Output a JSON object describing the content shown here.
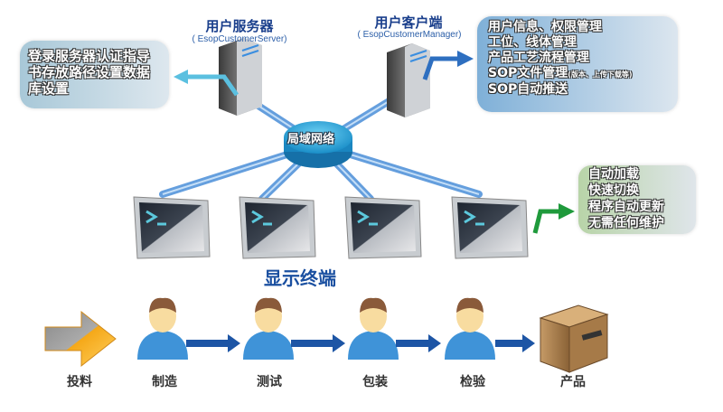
{
  "server": {
    "title": "用户服务器",
    "subtitle": "( EsopCustomerServer)",
    "note_lines": [
      "登录服务器认证指导",
      "书存放路径设置数据",
      "库设置"
    ]
  },
  "client": {
    "title": "用户客户端",
    "subtitle": "( EsopCustomerManager)",
    "note_lines": [
      "用户信息、权限管理",
      "工位、线体管理",
      "产品工艺流程管理",
      "SOP文件管理",
      "SOP自动推送"
    ],
    "note_small": "(版本、上传下载等)"
  },
  "network": {
    "label": "局域网络"
  },
  "terminals": {
    "title": "显示终端",
    "count": 4,
    "note_lines": [
      "自动加载",
      "快速切换",
      "程序自动更新",
      "无需任何维护"
    ]
  },
  "process": {
    "steps": [
      {
        "label": "投料",
        "icon": "material-input-arrow-icon"
      },
      {
        "label": "制造",
        "icon": "worker-icon"
      },
      {
        "label": "测试",
        "icon": "worker-icon"
      },
      {
        "label": "包装",
        "icon": "worker-icon"
      },
      {
        "label": "检验",
        "icon": "worker-icon"
      },
      {
        "label": "产品",
        "icon": "box-icon"
      }
    ]
  },
  "colors": {
    "title_blue": "#1a3f8c",
    "link_blue": "#4a8ed8",
    "flow_arrow": "#1d55a5",
    "green_arrow": "#1f9a3c",
    "cyan_arrow": "#5bc0e0"
  }
}
